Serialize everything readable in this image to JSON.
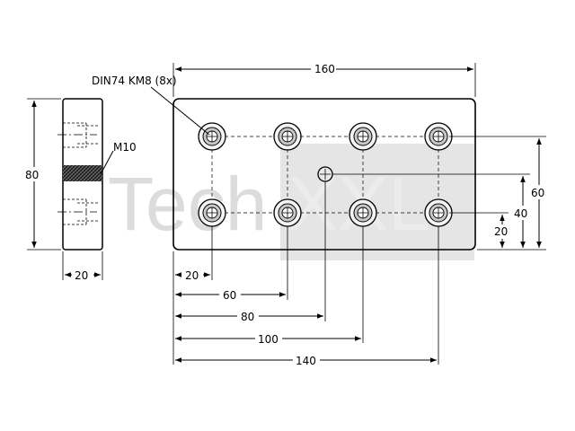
{
  "watermark": {
    "text_a": "Tech",
    "text_b": "XXL",
    "color": "#dcdcdc"
  },
  "labels": {
    "din": "DIN74 KM8 (8x)",
    "thread": "M10"
  },
  "dimensions": {
    "overall_width": "160",
    "overall_height": "80",
    "thickness": "20",
    "right_60": "60",
    "right_40": "40",
    "right_20": "20",
    "bottom_20": "20",
    "bottom_60": "60",
    "bottom_80": "80",
    "bottom_100": "100",
    "bottom_140": "140"
  }
}
